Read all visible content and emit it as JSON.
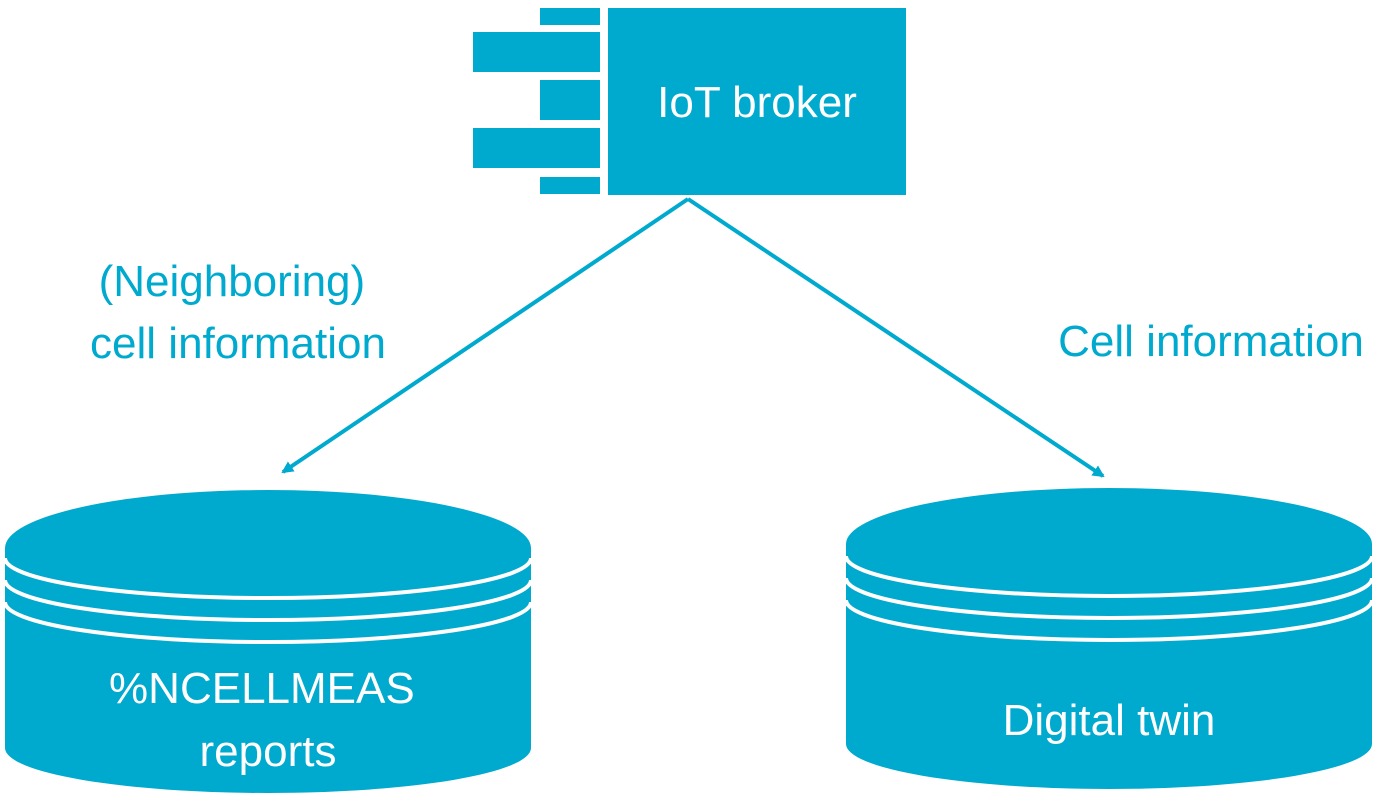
{
  "colors": {
    "primary": "#00A9CE",
    "text_on_primary": "#FFFFFF",
    "background": "#FFFFFF"
  },
  "component": {
    "label": "IoT broker",
    "icon": "uml-component-icon"
  },
  "edges": [
    {
      "label_lines": [
        "(Neighboring)",
        "cell information"
      ],
      "from": "IoT broker",
      "to": "%NCELLMEAS reports"
    },
    {
      "label_lines": [
        "Cell information"
      ],
      "from": "IoT broker",
      "to": "Digital twin"
    }
  ],
  "databases": [
    {
      "label_lines": [
        "%NCELLMEAS",
        "reports"
      ],
      "icon": "database-icon"
    },
    {
      "label_lines": [
        "Digital twin"
      ],
      "icon": "database-icon"
    }
  ]
}
